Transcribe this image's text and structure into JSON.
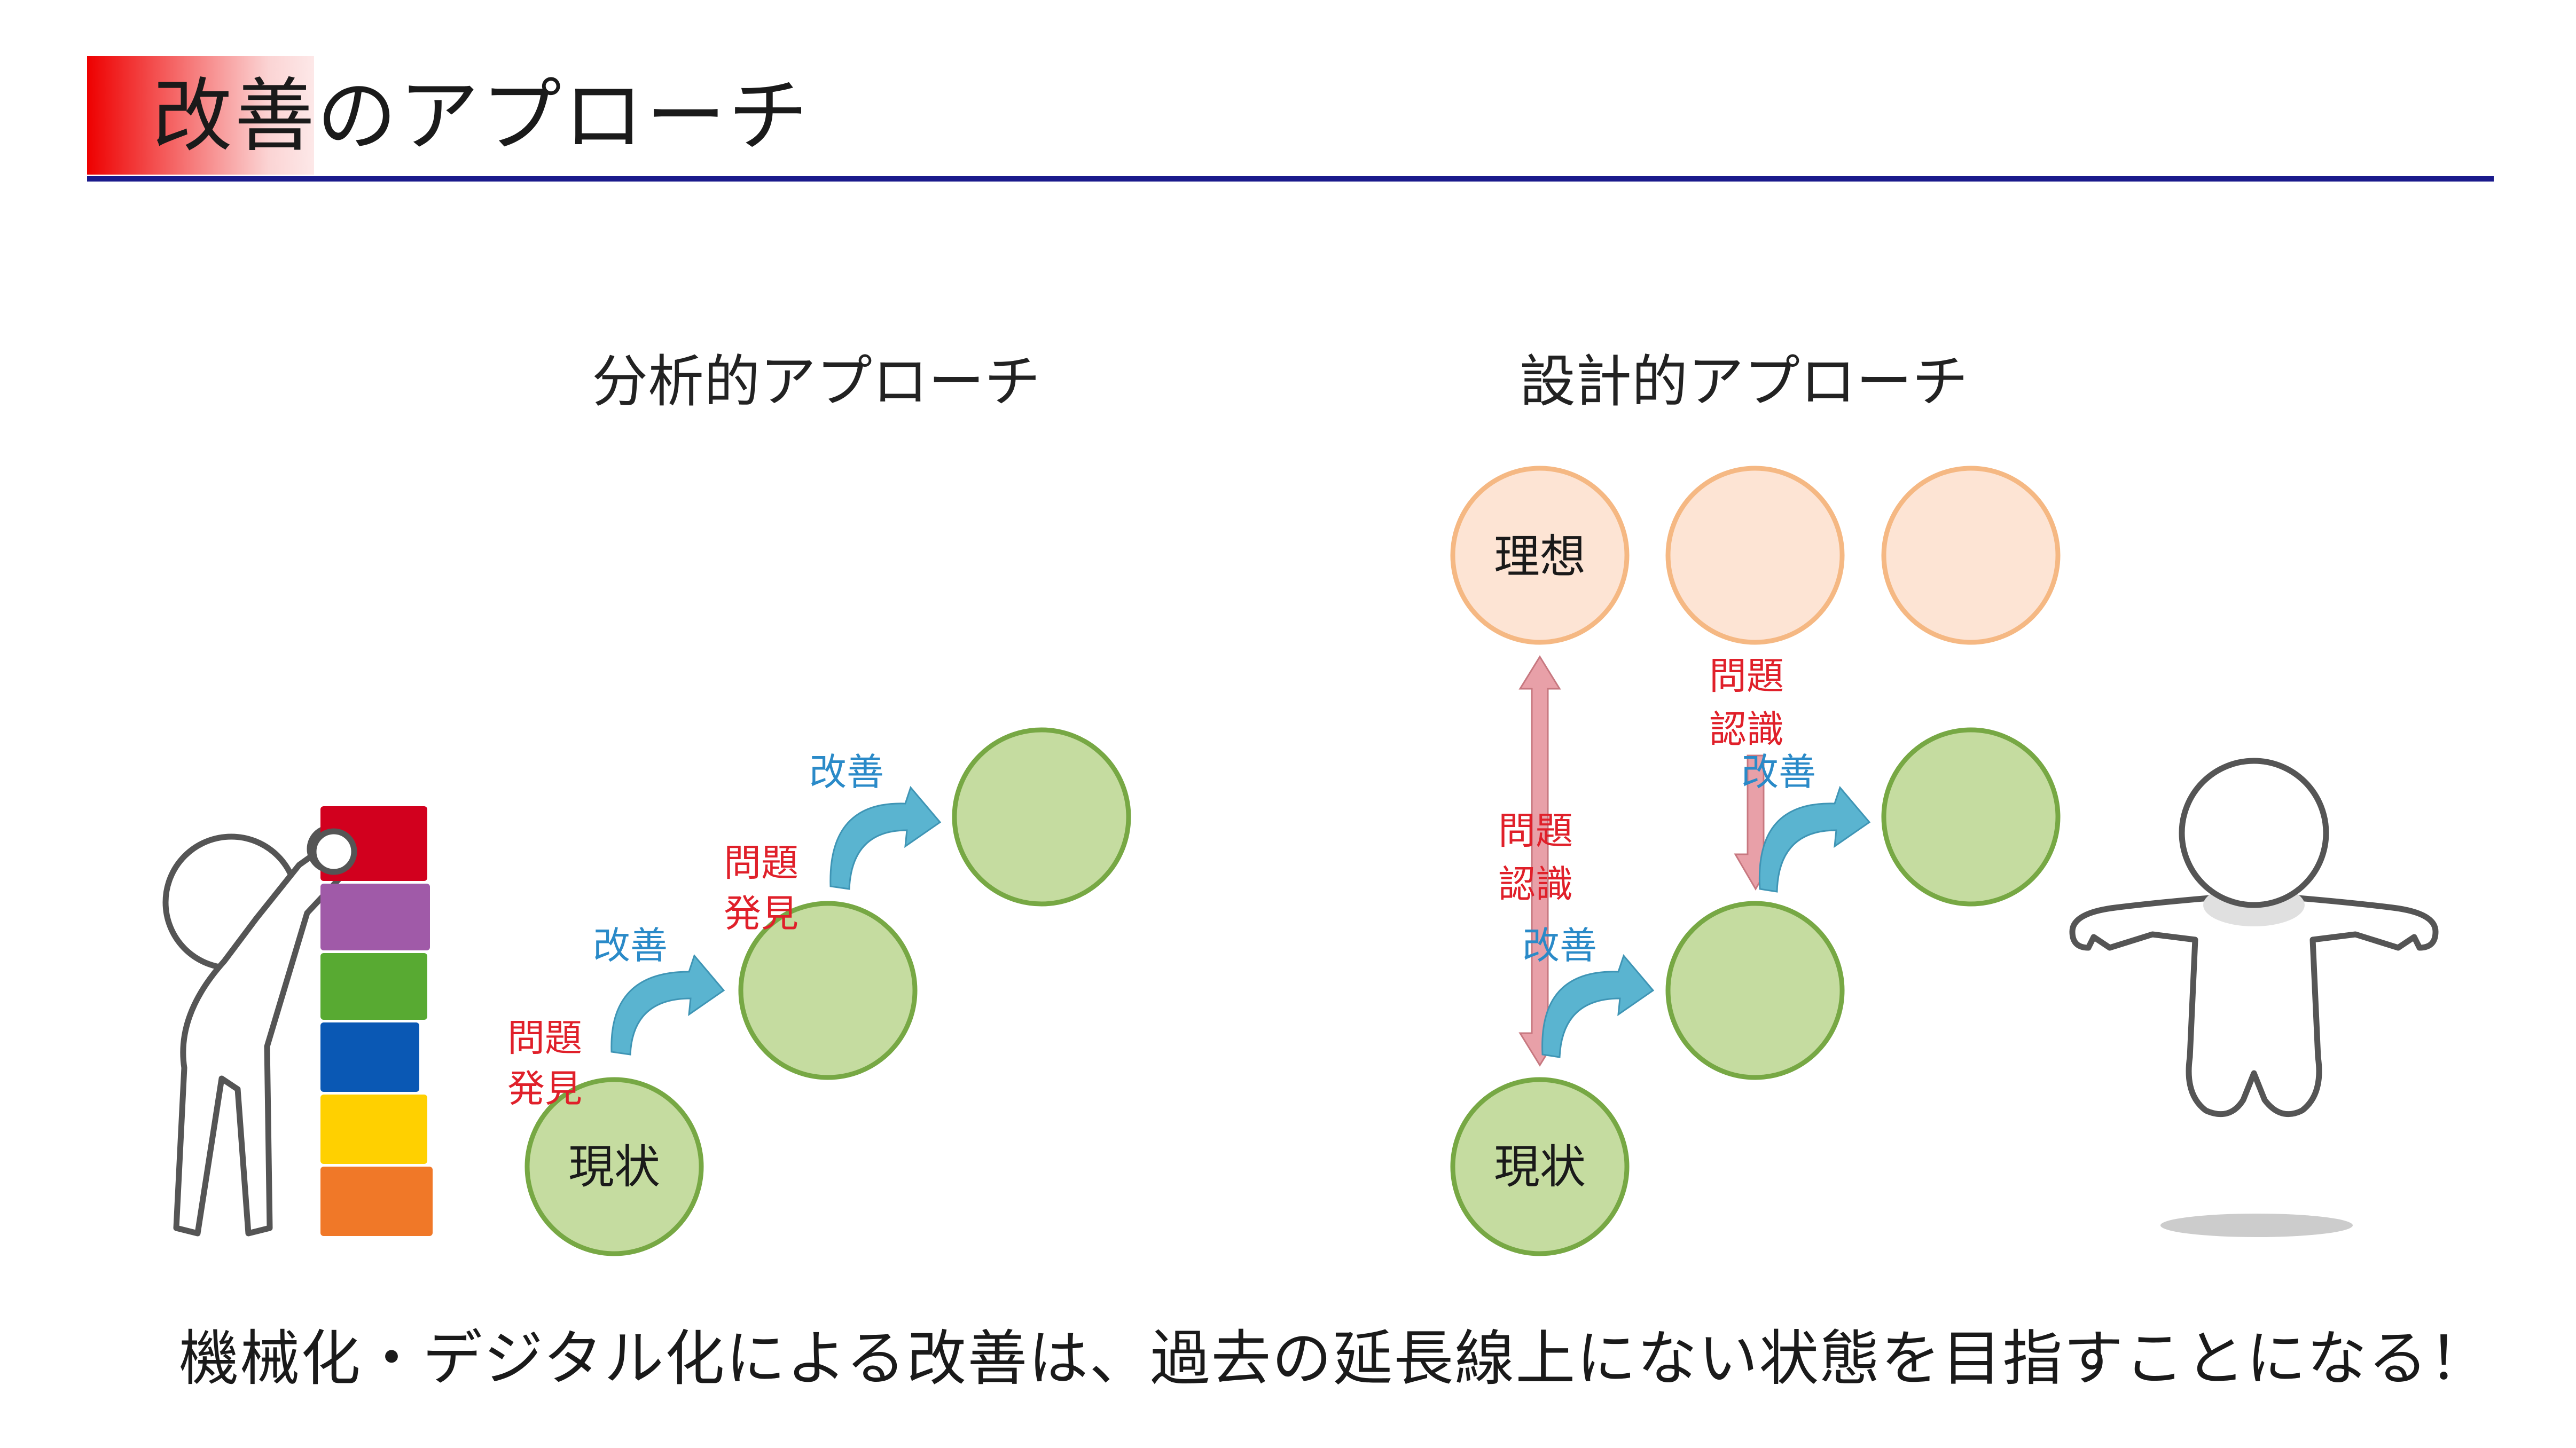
{
  "slide": {
    "title": "改善のアプローチ",
    "footer": "機械化・デジタル化による改善は、過去の延長線上にない状態を目指すことになる！"
  },
  "analytical": {
    "heading": "分析的アプローチ",
    "current_label": "現状",
    "problem_found_1": [
      "問題",
      "発見"
    ],
    "improve_1": "改善",
    "problem_found_2": [
      "問題",
      "発見"
    ],
    "improve_2": "改善"
  },
  "design": {
    "heading": "設計的アプローチ",
    "ideal_label": "理想",
    "current_label": "現状",
    "problem_recognition_1": [
      "問題",
      "認識"
    ],
    "improve_1": "改善",
    "problem_recognition_2": [
      "問題",
      "認識"
    ],
    "improve_2": "改善"
  },
  "colors": {
    "title_accent": "#ee0000",
    "title_rule": "#1a1a8c",
    "step_circle_fill": "#c5dca0",
    "step_circle_stroke": "#77a844",
    "ideal_circle_fill": "#fde4d4",
    "ideal_circle_stroke": "#f5b883",
    "problem_text": "#e0202a",
    "improve_text": "#2a8ac8",
    "curved_arrow": "#5ab4d0",
    "gap_arrow": "#e8a0a8",
    "blocks": [
      "#d2001e",
      "#a05aa8",
      "#58aa32",
      "#0a58b4",
      "#ffd000",
      "#f07828"
    ]
  },
  "icons": [
    "stacking-person-icon",
    "jumping-person-icon",
    "curved-arrow-icon",
    "double-arrow-icon"
  ]
}
